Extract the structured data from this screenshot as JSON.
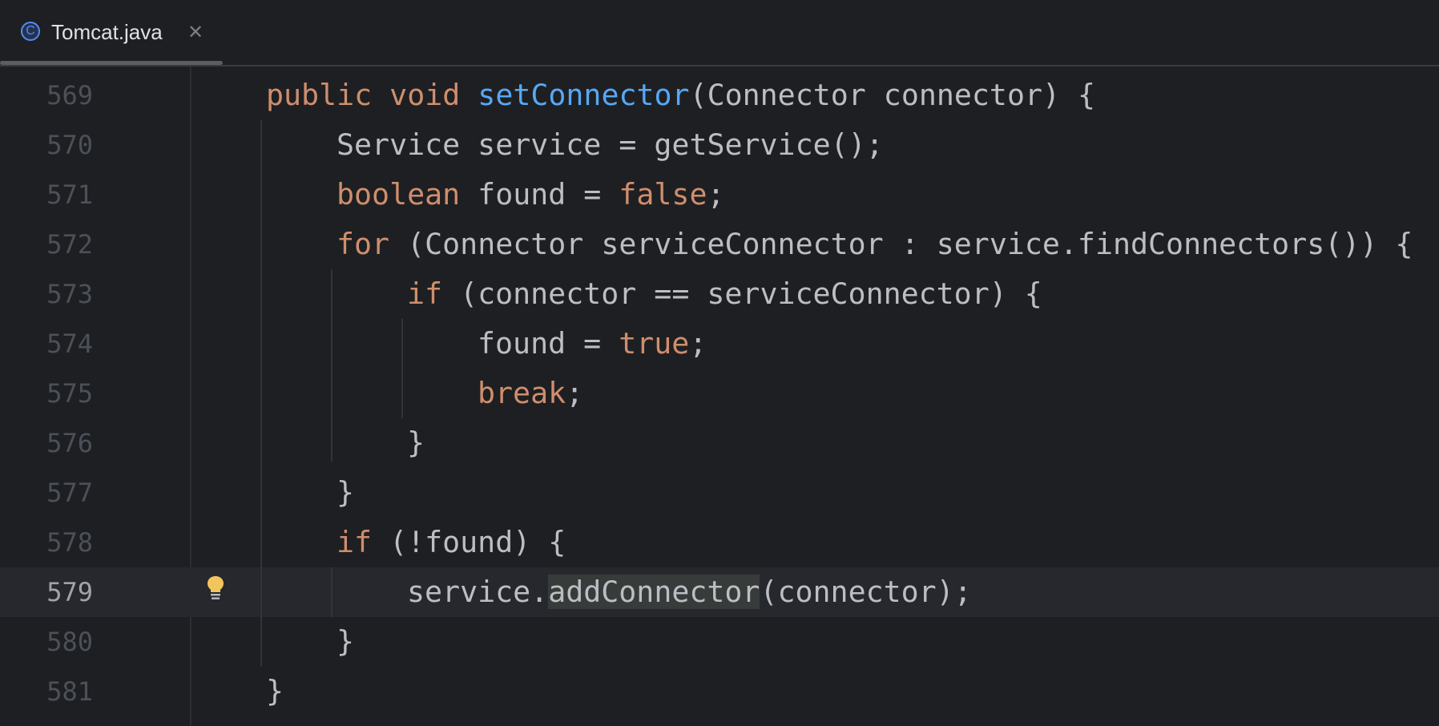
{
  "tabs": [
    {
      "label": "Tomcat.java",
      "icon": "java-class-icon",
      "icon_glyph": "C",
      "close_glyph": "✕",
      "active": true
    }
  ],
  "editor": {
    "current_line": 579,
    "lines": [
      {
        "number": "569",
        "indent": 0,
        "tokens": [
          {
            "t": "public",
            "c": "kw"
          },
          {
            "t": " "
          },
          {
            "t": "void",
            "c": "kw"
          },
          {
            "t": " "
          },
          {
            "t": "setConnector",
            "c": "fn"
          },
          {
            "t": "(Connector connector) {"
          }
        ]
      },
      {
        "number": "570",
        "indent": 4,
        "tokens": [
          {
            "t": "Service service = getService();"
          }
        ]
      },
      {
        "number": "571",
        "indent": 4,
        "tokens": [
          {
            "t": "boolean",
            "c": "kw"
          },
          {
            "t": " found = "
          },
          {
            "t": "false",
            "c": "kw"
          },
          {
            "t": ";"
          }
        ]
      },
      {
        "number": "572",
        "indent": 4,
        "tokens": [
          {
            "t": "for",
            "c": "kw"
          },
          {
            "t": " (Connector serviceConnector : service.findConnectors()) {"
          }
        ]
      },
      {
        "number": "573",
        "indent": 8,
        "tokens": [
          {
            "t": "if",
            "c": "kw"
          },
          {
            "t": " (connector == serviceConnector) {"
          }
        ]
      },
      {
        "number": "574",
        "indent": 12,
        "tokens": [
          {
            "t": "found = "
          },
          {
            "t": "true",
            "c": "kw"
          },
          {
            "t": ";"
          }
        ]
      },
      {
        "number": "575",
        "indent": 12,
        "tokens": [
          {
            "t": "break",
            "c": "kw"
          },
          {
            "t": ";"
          }
        ]
      },
      {
        "number": "576",
        "indent": 8,
        "tokens": [
          {
            "t": "}"
          }
        ]
      },
      {
        "number": "577",
        "indent": 4,
        "tokens": [
          {
            "t": "}"
          }
        ]
      },
      {
        "number": "578",
        "indent": 4,
        "tokens": [
          {
            "t": "if",
            "c": "kw"
          },
          {
            "t": " (!found) {"
          }
        ]
      },
      {
        "number": "579",
        "indent": 8,
        "tokens": [
          {
            "t": "service."
          },
          {
            "t": "addConnector",
            "c": "hl"
          },
          {
            "t": "(connector);"
          }
        ]
      },
      {
        "number": "580",
        "indent": 4,
        "tokens": [
          {
            "t": "}"
          }
        ]
      },
      {
        "number": "581",
        "indent": 0,
        "tokens": [
          {
            "t": "}"
          }
        ]
      }
    ],
    "intention_icon": "lightbulb-icon",
    "colors": {
      "background": "#1e1f22",
      "current_line": "#26282e",
      "keyword": "#cf8e6d",
      "method_declaration": "#56a8f5",
      "text": "#bcbec4",
      "usage_highlight": "#373b39",
      "line_number": "#4b5059"
    }
  }
}
